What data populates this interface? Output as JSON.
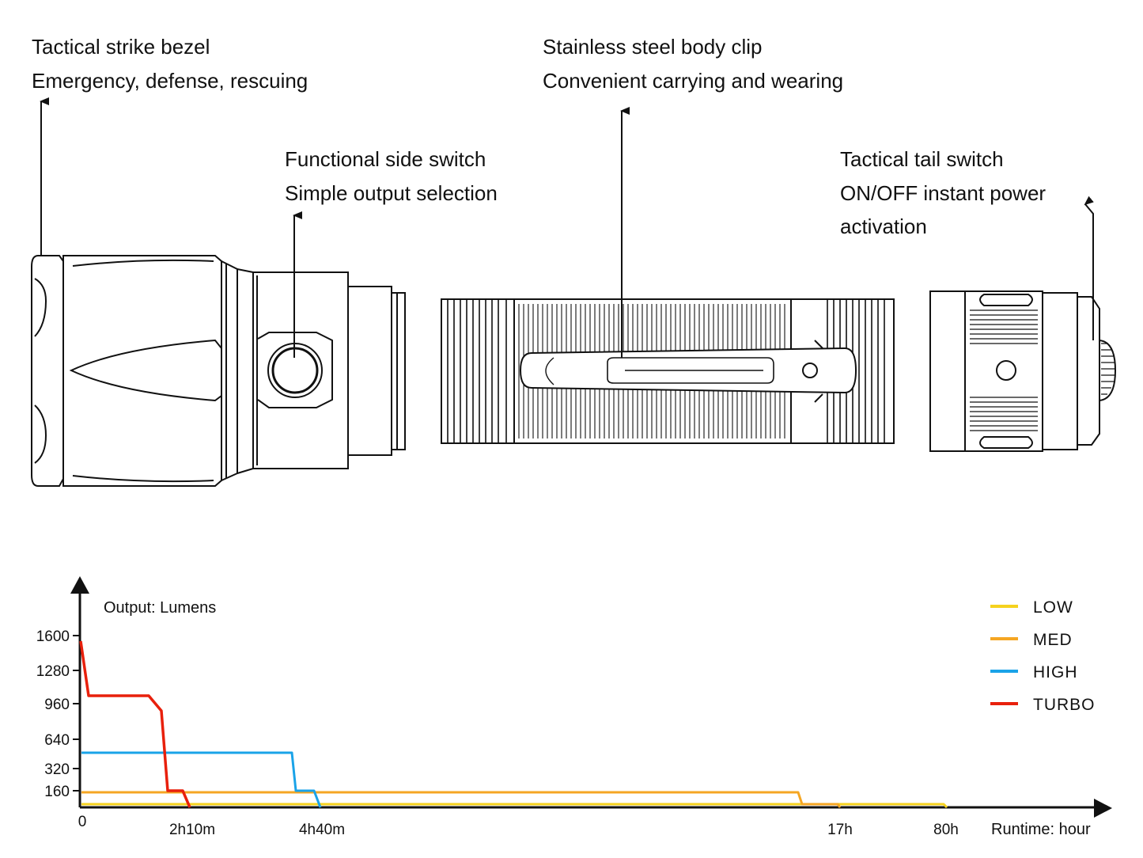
{
  "callouts": {
    "bezel": {
      "line1": "Tactical strike bezel",
      "line2": "Emergency, defense, rescuing"
    },
    "side_switch": {
      "line1": "Functional side switch",
      "line2": "Simple output selection"
    },
    "clip": {
      "line1": "Stainless steel body clip",
      "line2": "Convenient carrying and wearing"
    },
    "tail_switch": {
      "line1": "Tactical tail switch",
      "line2": "ON/OFF instant power",
      "line3": "activation"
    }
  },
  "chart_data": {
    "type": "line",
    "ylabel": "Output: Lumens",
    "xlabel": "Runtime: hour",
    "y_ticks": [
      "1600",
      "1280",
      "960",
      "640",
      "320",
      "160"
    ],
    "x_ticks": [
      "0",
      "2h10m",
      "4h40m",
      "17h",
      "80h"
    ],
    "x_scale": "non-linear (piecewise between labelled ticks)",
    "series": [
      {
        "name": "LOW",
        "color": "#f5d21e",
        "points": [
          [
            "0",
            20
          ],
          [
            "80h",
            20
          ],
          [
            "80h",
            0
          ]
        ]
      },
      {
        "name": "MED",
        "color": "#f5a623",
        "points": [
          [
            "0",
            150
          ],
          [
            "~16h",
            150
          ],
          [
            "~16h",
            20
          ],
          [
            "17h",
            20
          ],
          [
            "17h",
            0
          ]
        ]
      },
      {
        "name": "HIGH",
        "color": "#1aa3e8",
        "points": [
          [
            "0",
            550
          ],
          [
            "~4h10m",
            550
          ],
          [
            "~4h15m",
            150
          ],
          [
            "~4h30m",
            150
          ],
          [
            "4h40m",
            0
          ]
        ]
      },
      {
        "name": "TURBO",
        "color": "#e8200c",
        "points": [
          [
            "0",
            1600
          ],
          [
            "~0h10m",
            1050
          ],
          [
            "~1h30m",
            1050
          ],
          [
            "~1h45m",
            900
          ],
          [
            "~1h55m",
            160
          ],
          [
            "~2h05m",
            160
          ],
          [
            "2h10m",
            0
          ]
        ]
      }
    ],
    "legend": {
      "position": "top-right"
    }
  }
}
